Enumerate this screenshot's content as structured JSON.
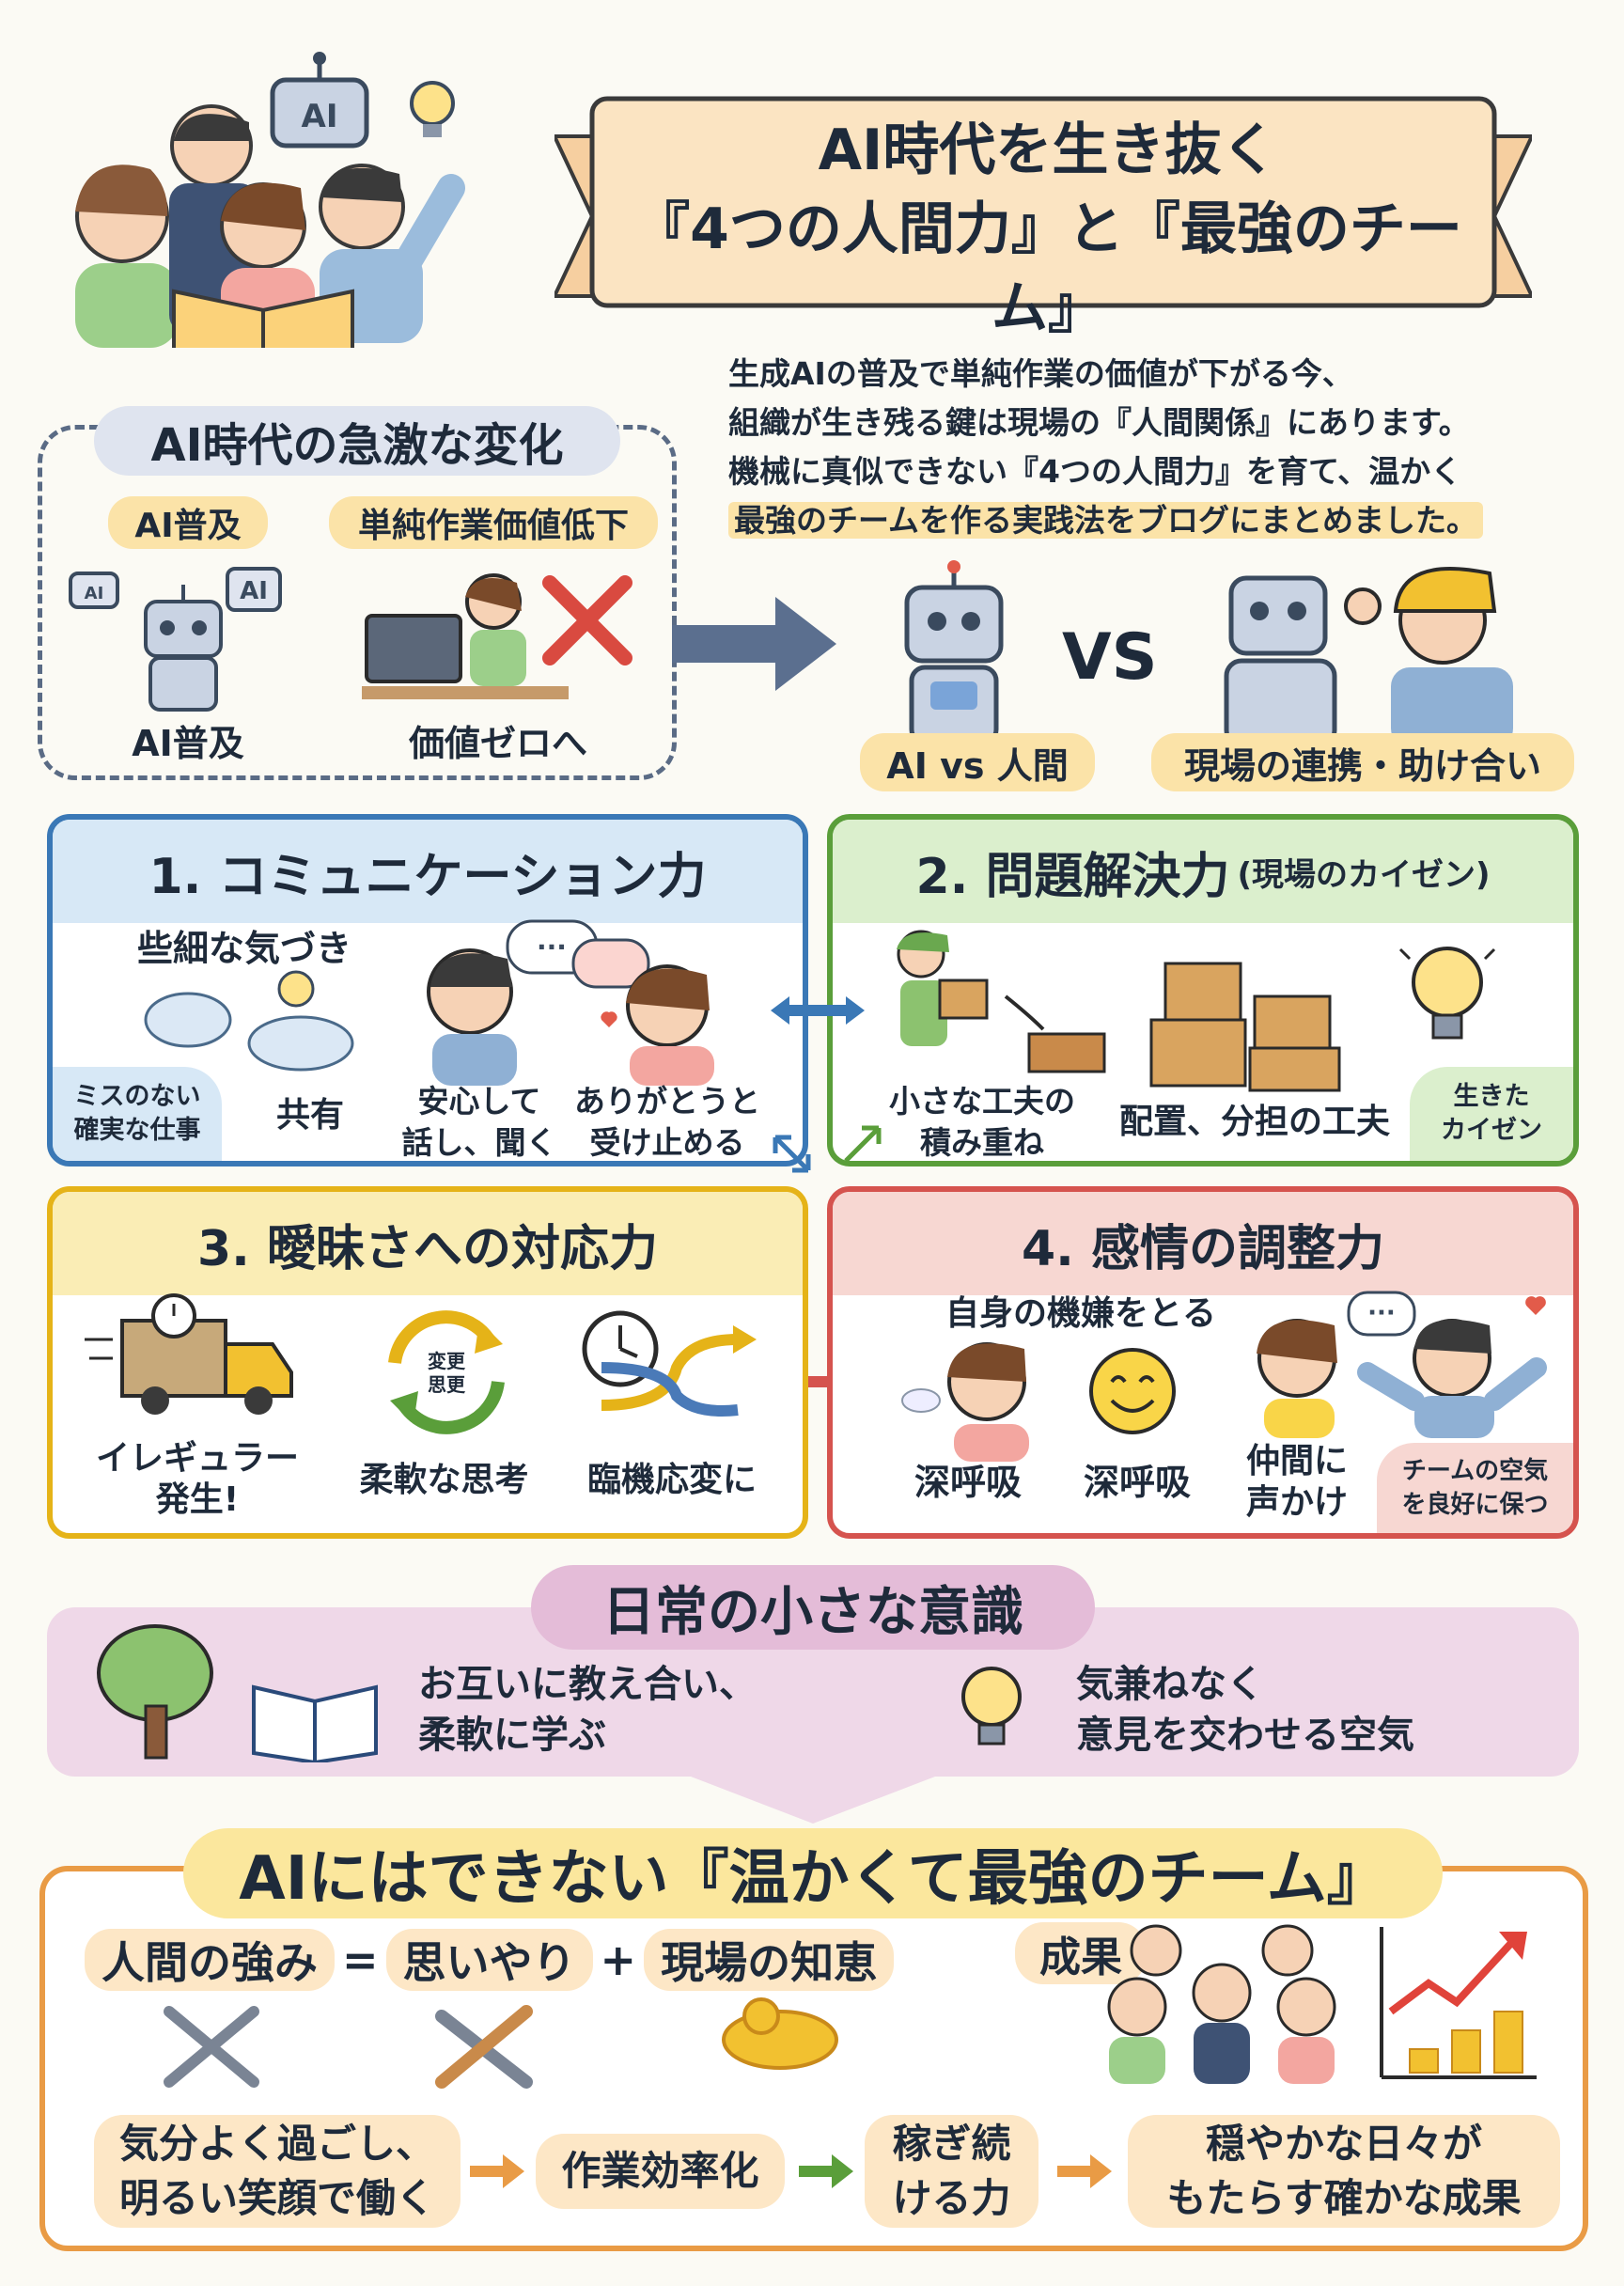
{
  "title": {
    "line1": "AI時代を生き抜く",
    "line2": "『4つの人間力』と『最強のチーム』"
  },
  "intro": {
    "lines": [
      "生成AIの普及で単純作業の価値が下がる今、",
      "組織が生き残る鍵は現場の『人間関係』にあります。",
      "機械に真似できない『4つの人間力』を育て、温かく",
      "最強のチームを作る実践法をブログにまとめました。"
    ]
  },
  "change": {
    "title": "AI時代の急激な変化",
    "tag_left": "AI普及",
    "tag_right": "単純作業価値低下",
    "caption_left": "AI普及",
    "caption_right": "価値ゼロへ",
    "ai_badge": "AI"
  },
  "versus": {
    "vs": "VS",
    "left_label": "AI vs 人間",
    "right_label": "現場の連携・助け合い"
  },
  "panel1": {
    "title": "1. コミュニケーション力",
    "subtitle": "些細な気づき",
    "corner": "ミスのない\n確実な仕事",
    "share": "共有",
    "talk": "安心して\n話し、聞く",
    "thanks": "ありがとうと\n受け止める"
  },
  "panel2": {
    "title": "2. 問題解決力",
    "title_sub": "(現場のカイゼン)",
    "small": "小さな工夫の\n積み重ね",
    "arrange": "配置、分担の工夫",
    "corner": "生きた\nカイゼン"
  },
  "panel3": {
    "title": "3. 曖昧さへの対応力",
    "irregular": "イレギュラー\n発生!",
    "flex": "柔軟な思考",
    "adapt": "臨機応変に",
    "cycle_text": "変更\n思更"
  },
  "panel4": {
    "title": "4. 感情の調整力",
    "subtitle": "自身の機嫌をとる",
    "breath1": "深呼吸",
    "breath2": "深呼吸",
    "friend": "仲間に\n声かけ",
    "corner": "チームの空気\nを良好に保つ"
  },
  "daily": {
    "title": "日常の小さな意識",
    "left": "お互いに教え合い、\n柔軟に学ぶ",
    "right": "気兼ねなく\n意見を交わせる空気"
  },
  "final": {
    "title": "AIにはできない『温かくて最強のチーム』",
    "eq_a": "人間の強み",
    "eq_eq": "=",
    "eq_b": "思いやり",
    "eq_plus": "+",
    "eq_c": "現場の知恵",
    "result": "成果",
    "flow": [
      "気分よく過ごし、\n明るい笑顔で働く",
      "作業効率化",
      "稼ぎ続\nける力",
      "穏やかな日々が\nもたらす確かな成果"
    ]
  },
  "colors": {
    "navy": "#1e2a3a",
    "blue": "#3a78b6",
    "green": "#5a9e3a",
    "yellow": "#e5b318",
    "red": "#d5534e",
    "orange": "#e99b45",
    "pink": "#e4bcd8"
  }
}
